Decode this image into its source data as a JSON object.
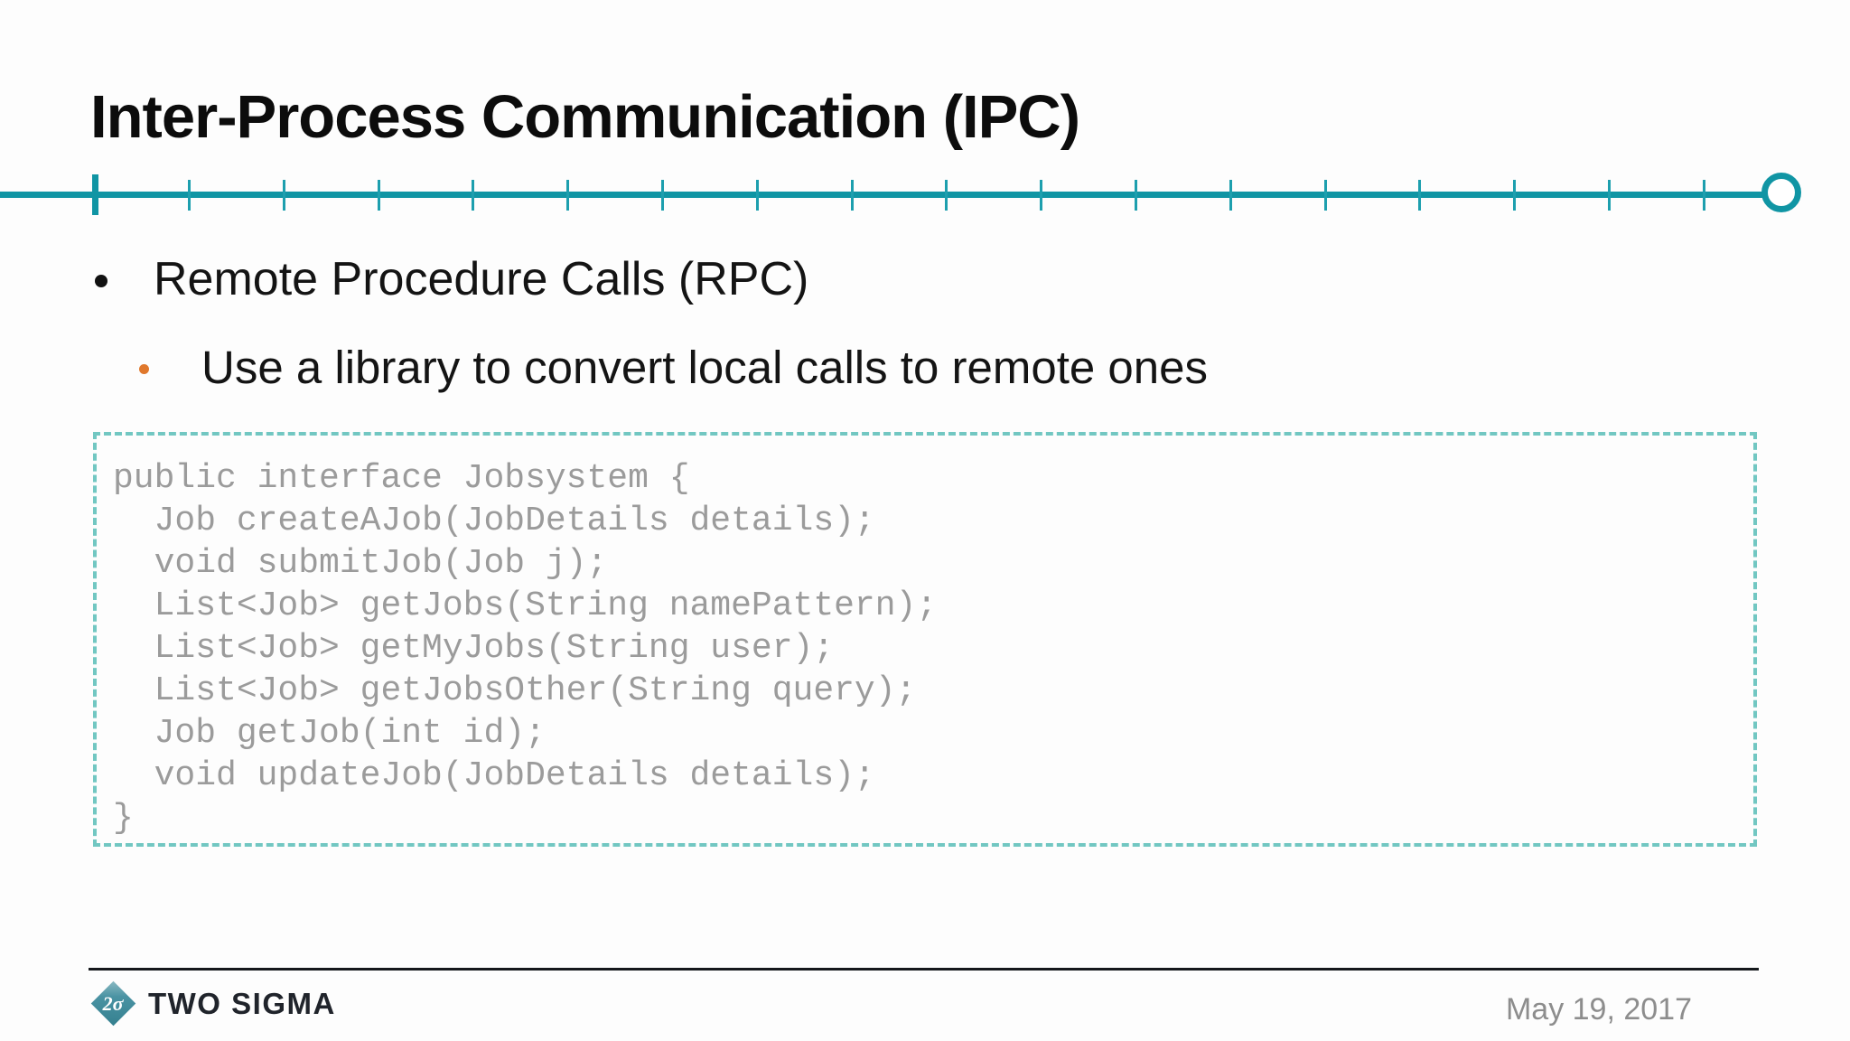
{
  "slide": {
    "title": "Inter-Process Communication (IPC)",
    "bullets": {
      "level1": "Remote Procedure Calls (RPC)",
      "level2": "Use a library to convert local calls to remote ones"
    },
    "code": {
      "lines": [
        "public interface Jobsystem {",
        "  Job createAJob(JobDetails details);",
        "  void submitJob(Job j);",
        "  List<Job> getJobs(String namePattern);",
        "  List<Job> getMyJobs(String user);",
        "  List<Job> getJobsOther(String query);",
        "  Job getJob(int id);",
        "  void updateJob(JobDetails details);",
        "}"
      ]
    },
    "footer": {
      "brand": "TWO SIGMA",
      "logo_glyph": "2σ",
      "date": "May 19, 2017"
    },
    "colors": {
      "accent_teal": "#1095A4",
      "dashed_border_teal": "#72C7C2",
      "bullet_orange": "#E0782C",
      "code_gray": "#9B9B9B",
      "date_gray": "#8D8D8D"
    }
  }
}
